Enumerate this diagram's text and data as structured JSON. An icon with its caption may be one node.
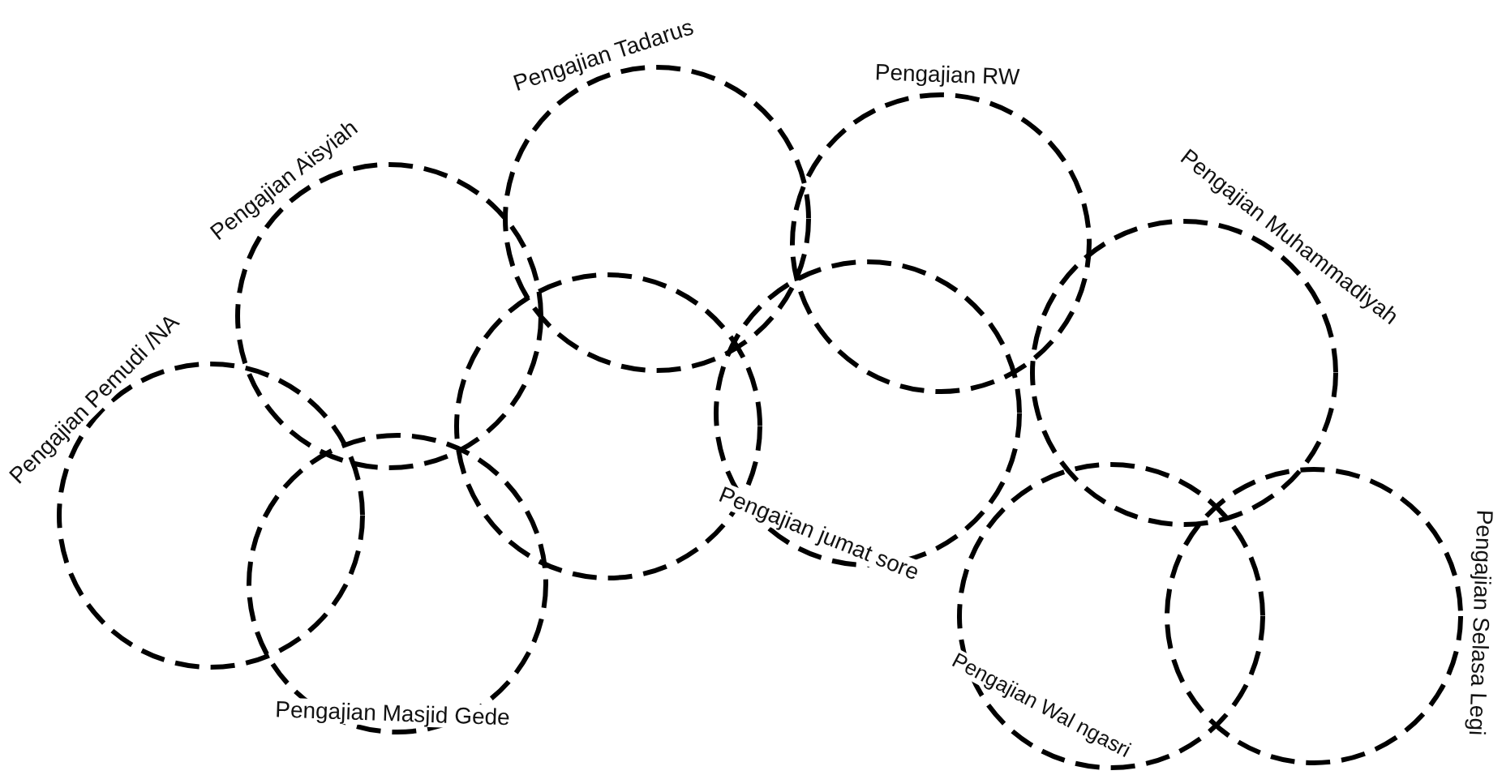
{
  "diagram": {
    "nodes": [
      {
        "text": [
          "Pengajian Tadarus"
        ]
      },
      {
        "text": [
          "Pengajian  RW"
        ]
      },
      {
        "text": [
          "Pengajian Aisyiah"
        ]
      },
      {
        "text": [
          "Pengajian Muhammadiyah"
        ]
      },
      {
        "text": [],
        "shape": "circle"
      },
      {
        "text": [
          "Pengajian jumat sore"
        ]
      },
      {
        "text": [
          "Pengajian Pemudi /NA"
        ]
      },
      {
        "text": [
          "Pengajian Masjid Gede"
        ]
      },
      {
        "text": [
          "Pengajian Selasa Legi"
        ]
      },
      {
        "text": [
          "Pengajian Wal ngasri"
        ]
      }
    ]
  }
}
